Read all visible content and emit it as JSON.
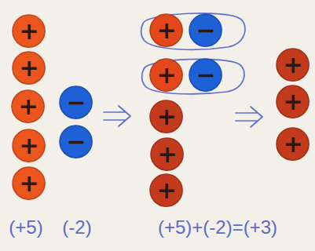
{
  "diagram": {
    "nodes": [
      {
        "text": [
          "+"
        ]
      },
      {
        "text": [
          "+"
        ]
      },
      {
        "text": [
          "+"
        ]
      },
      {
        "text": [
          "+"
        ]
      },
      {
        "text": [
          "+"
        ]
      },
      {
        "text": [
          "−"
        ]
      },
      {
        "text": [
          "−"
        ]
      },
      {
        "text": [
          "+"
        ]
      },
      {
        "text": [
          "−"
        ]
      },
      {
        "text": [
          "+"
        ]
      },
      {
        "text": [
          "−"
        ]
      },
      {
        "text": [
          "+"
        ]
      },
      {
        "text": [
          "+"
        ]
      },
      {
        "text": [
          "+"
        ]
      },
      {
        "text": [
          "+"
        ]
      },
      {
        "text": [
          "+"
        ]
      },
      {
        "text": [
          "+"
        ]
      }
    ],
    "labels": [
      "(+5)",
      "(-2)",
      "(+5)+(-2)=(+3)"
    ]
  }
}
